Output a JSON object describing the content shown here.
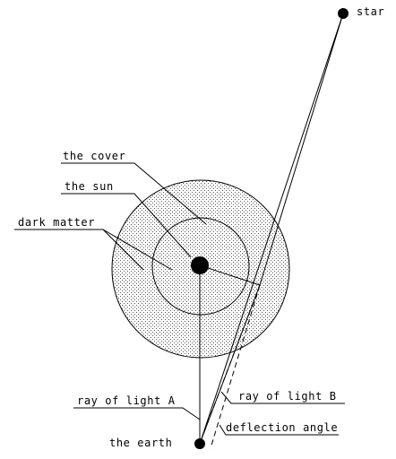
{
  "labels": {
    "star": "star",
    "cover": "the cover",
    "sun": "the sun",
    "dark_matter": "dark matter",
    "ray_a": "ray of light A",
    "ray_b": "ray of light B",
    "deflection": "deflection angle",
    "earth": "the earth"
  },
  "colors": {
    "ink": "#000000",
    "background": "#ffffff",
    "shade": "#555555"
  }
}
